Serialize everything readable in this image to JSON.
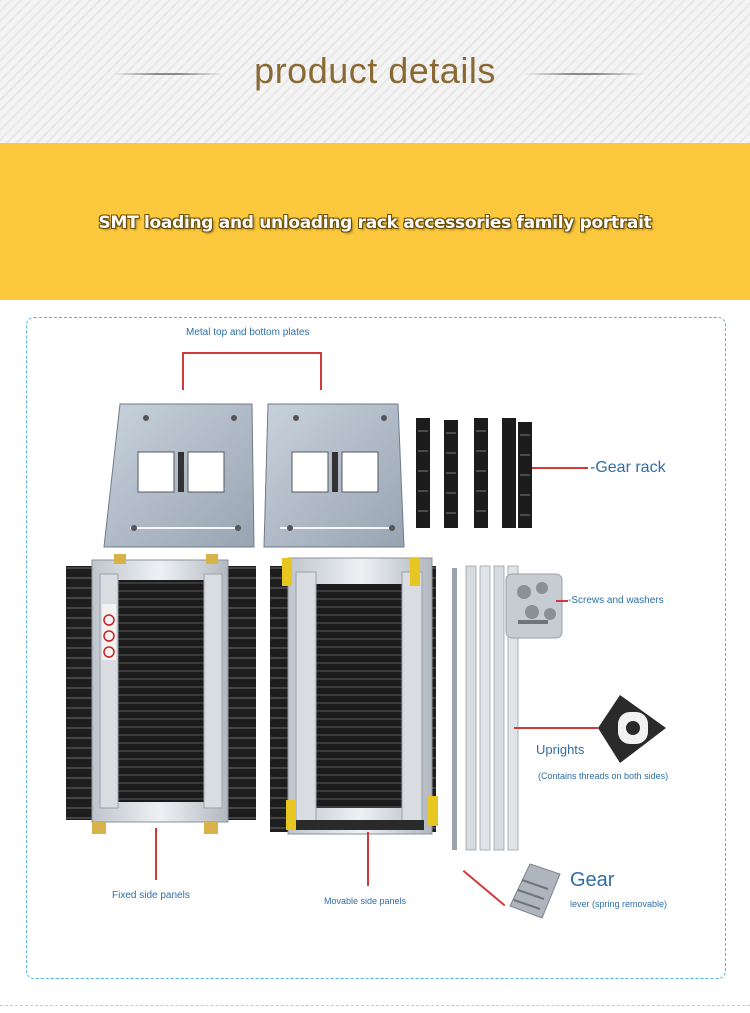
{
  "header": {
    "title": "product details"
  },
  "banner": {
    "text": "SMT loading and unloading rack accessories family portrait"
  },
  "labels": {
    "metal_plates": "Metal top and bottom plates",
    "gear_rack": "-Gear rack",
    "screws": "-Screws and washers",
    "uprights": "Uprights",
    "uprights_note": "(Contains threads on both sides)",
    "fixed_panels": "Fixed side panels",
    "movable_panels": "Movable side panels",
    "gear": "Gear",
    "gear_note": "lever (spring removable)"
  },
  "colors": {
    "title": "#8a6a33",
    "banner": "#fcc83d",
    "label": "#2e6ea8",
    "leader": "#d23a3a",
    "frame": "#56b6d6"
  }
}
